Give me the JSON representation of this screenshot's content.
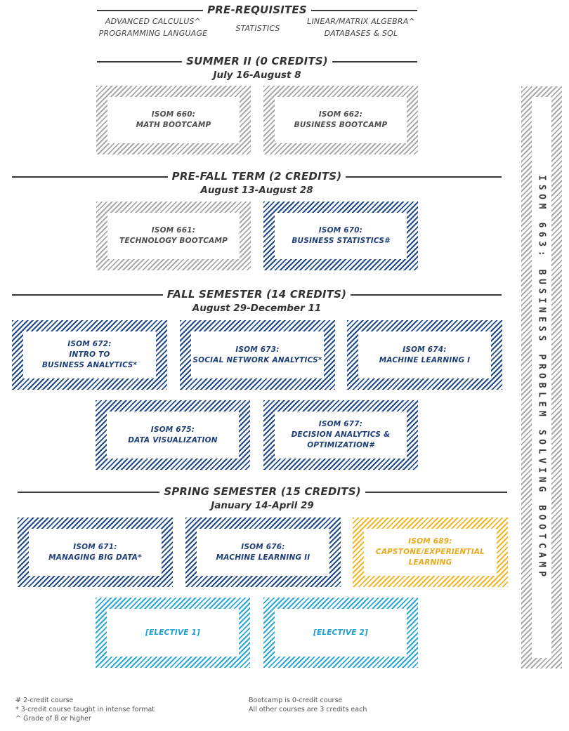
{
  "prerequisites": {
    "title": "PRE-REQUISITES",
    "left_line1": "ADVANCED CALCULUS^",
    "left_line2": "PROGRAMMING LANGUAGE",
    "center": "STATISTICS",
    "right_line1": "LINEAR/MATRIX ALGEBRA^",
    "right_line2": "DATABASES & SQL"
  },
  "summer": {
    "title": "SUMMER II (0 CREDITS)",
    "dates": "July 16-August 8",
    "courses": [
      {
        "label": "ISOM 660:\nMATH BOOTCAMP"
      },
      {
        "label": "ISOM 662:\nBUSINESS BOOTCAMP"
      }
    ]
  },
  "prefall": {
    "title": "PRE-FALL TERM (2 CREDITS)",
    "dates": "August 13-August 28",
    "courses": [
      {
        "label": "ISOM 661:\nTECHNOLOGY BOOTCAMP"
      },
      {
        "label": "ISOM 670:\nBUSINESS STATISTICS#"
      }
    ]
  },
  "fall": {
    "title": "FALL SEMESTER (14 CREDITS)",
    "dates": "August 29-December 11",
    "courses": [
      {
        "label": "ISOM 672:\nINTRO TO\nBUSINESS ANALYTICS*"
      },
      {
        "label": "ISOM 673:\nSOCIAL NETWORK ANALYTICS*"
      },
      {
        "label": "ISOM 674:\nMACHINE LEARNING I"
      },
      {
        "label": "ISOM 675:\nDATA VISUALIZATION"
      },
      {
        "label": "ISOM 677:\nDECISION ANALYTICS &\nOPTIMIZATION#"
      }
    ]
  },
  "spring": {
    "title": "SPRING SEMESTER (15 CREDITS)",
    "dates": "January 14-April 29",
    "courses": [
      {
        "label": "ISOM 671:\nMANAGING BIG DATA*"
      },
      {
        "label": "ISOM 676:\nMACHINE LEARNING II"
      },
      {
        "label": "ISOM 689:\nCAPSTONE/EXPERIENTIAL\nLEARNING"
      },
      {
        "label": "[ELECTIVE 1]"
      },
      {
        "label": "[ELECTIVE 2]"
      }
    ]
  },
  "bootcamp_bar": "ISOM 663: BUSINESS PROBLEM SOLVING BOOTCAMP",
  "footnotes": {
    "hash": "#  2-credit course",
    "star": "*  3-credit course taught in intense format",
    "caret": "^  Grade of B or higher",
    "bootcamp": "Bootcamp is 0-credit course",
    "other": "All other courses are 3 credits each"
  },
  "colors": {
    "gray": "#a9a9a9",
    "blue": "#1f4a8a",
    "gold": "#f2b524",
    "cyan": "#2aa8d8"
  }
}
